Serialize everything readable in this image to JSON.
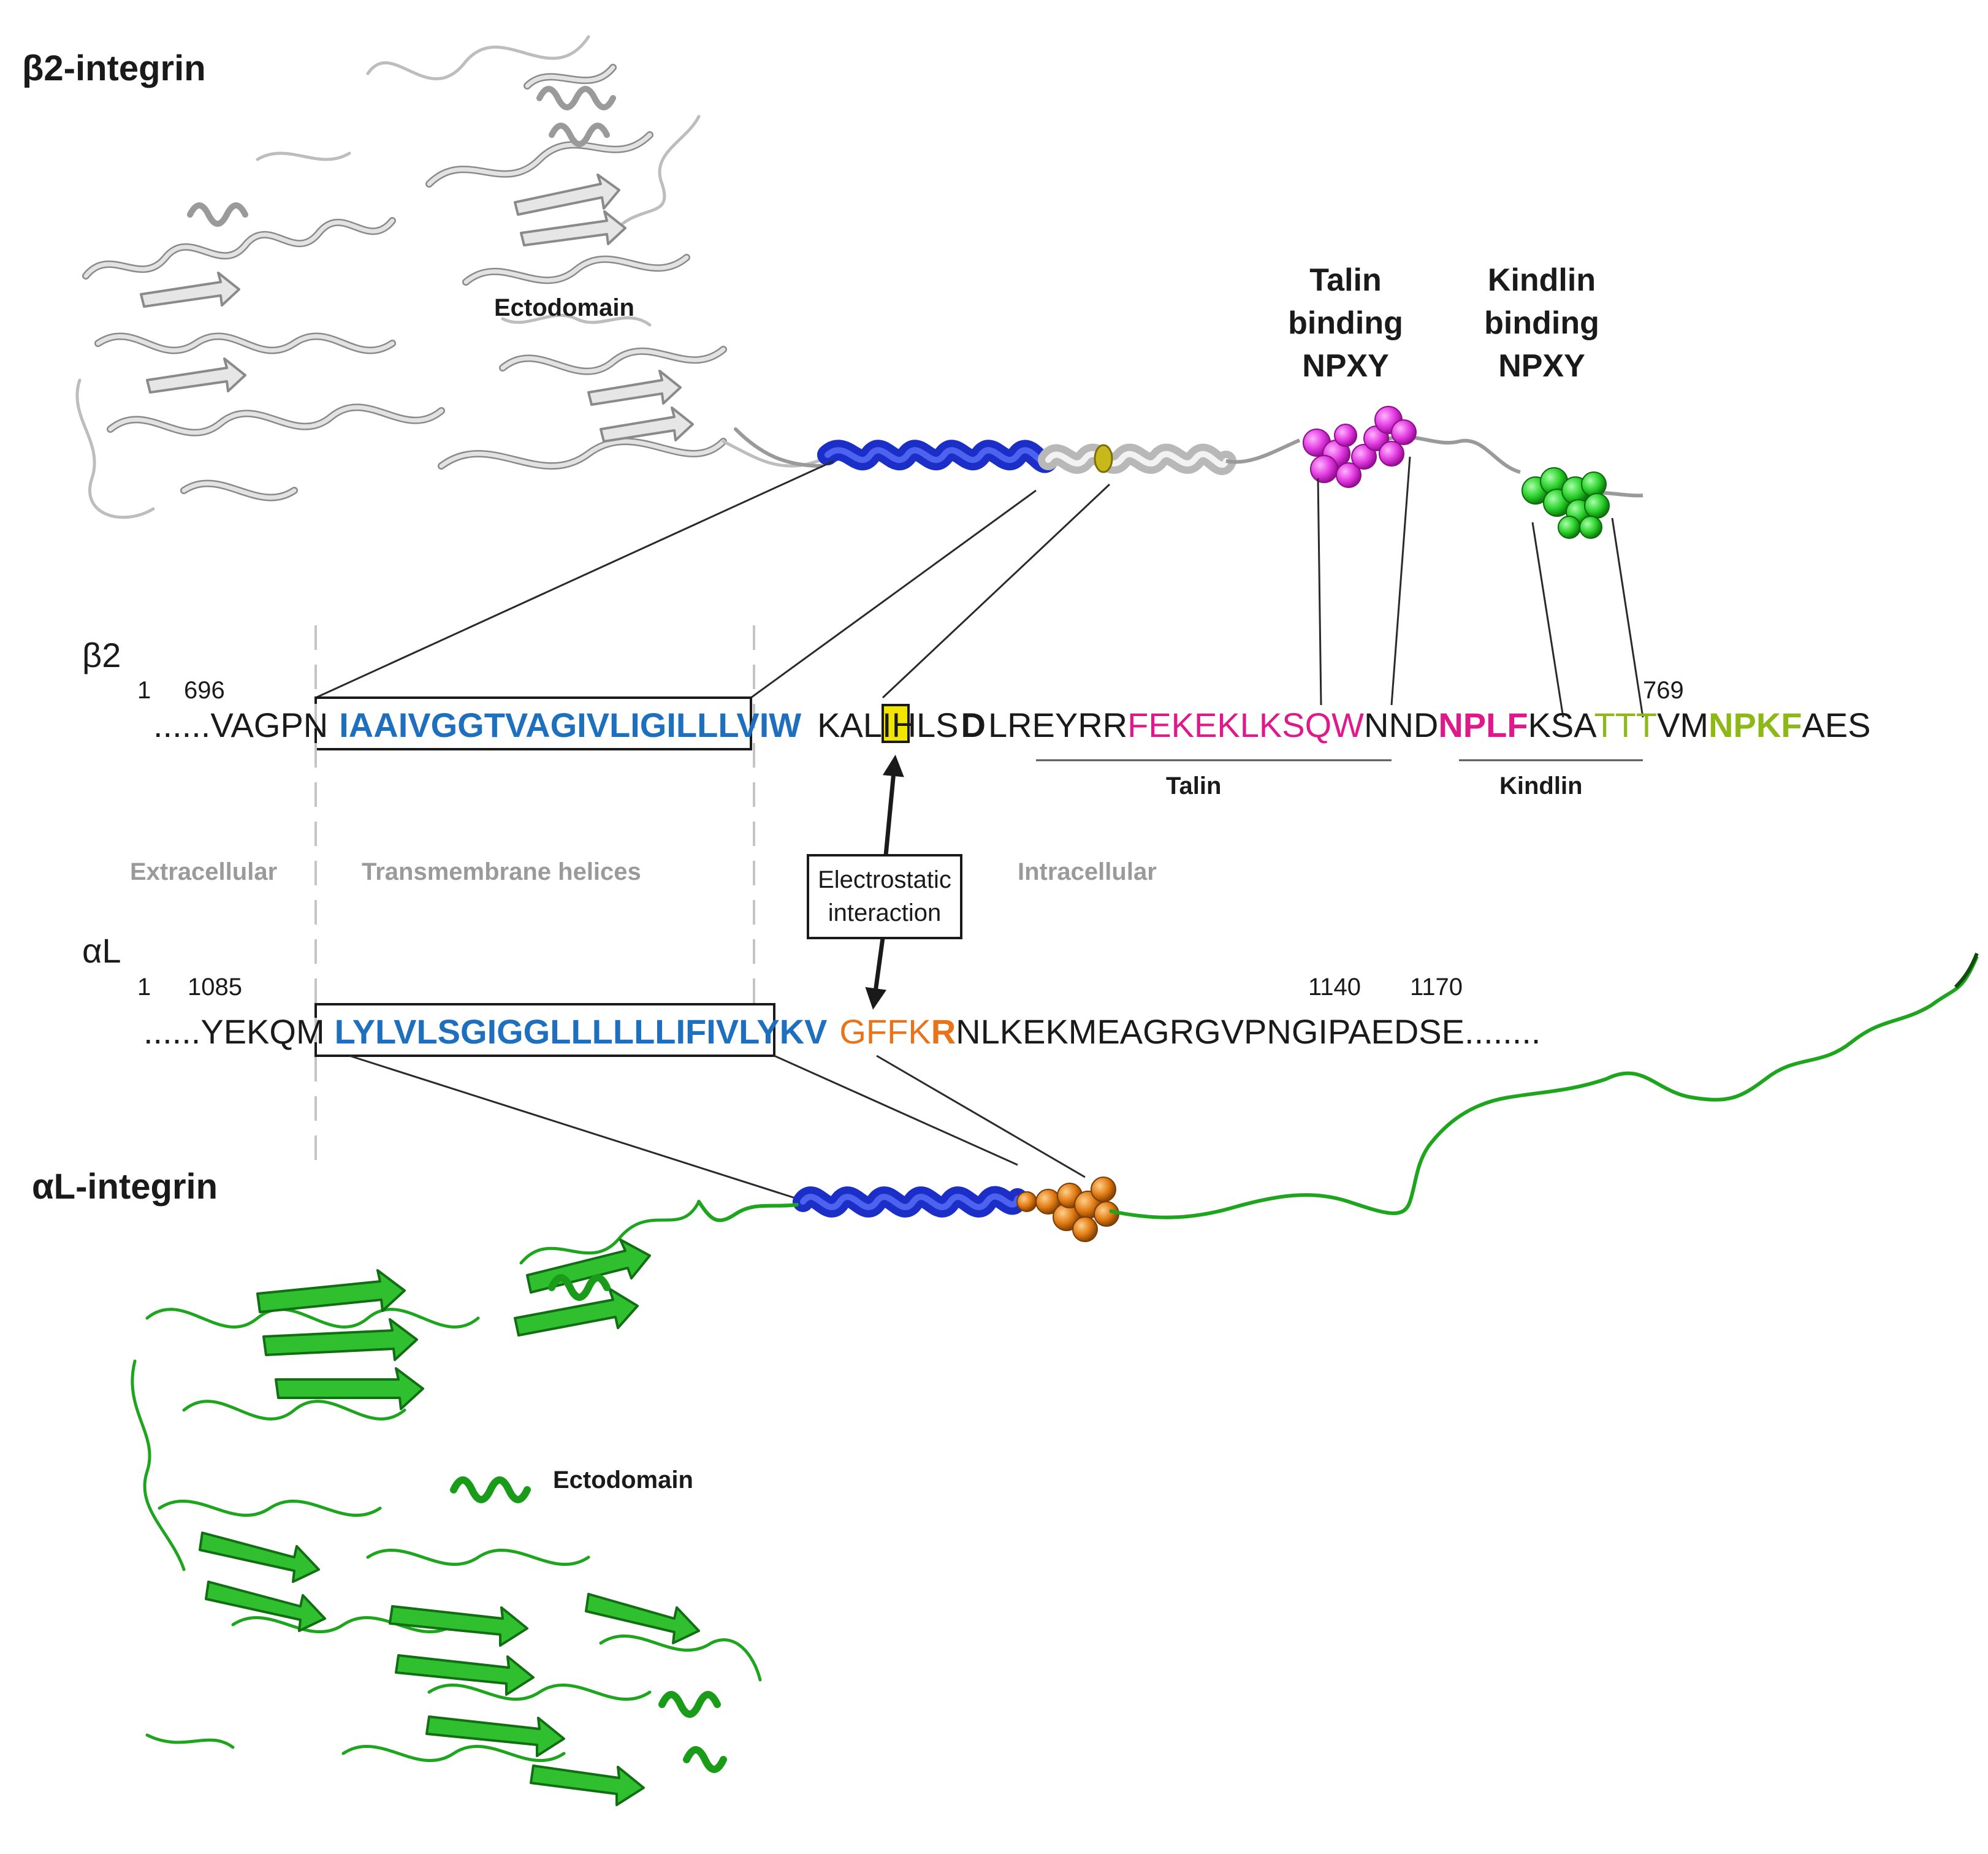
{
  "titles": {
    "beta2": "β2-integrin",
    "alphaL": "αL-integrin"
  },
  "structure_labels": {
    "beta2_ectodomain": "Ectodomain",
    "alphaL_ectodomain": "Ectodomain",
    "talin_binding": [
      "Talin",
      "binding",
      "NPXY"
    ],
    "kindlin_binding": [
      "Kindlin",
      "binding",
      "NPXY"
    ]
  },
  "beta2_sequence": {
    "chain_label": "β2",
    "numbers": {
      "start": "1",
      "tm_start": "696",
      "end": "769"
    },
    "segments": [
      {
        "text": "......VAGPN",
        "role": "plain"
      },
      {
        "text": "IAAIVGGTVAGIVLIGILLLVIW",
        "role": "tm"
      },
      {
        "text": "KALIHLS",
        "role": "plain"
      },
      {
        "text": "D",
        "role": "key-residue"
      },
      {
        "text": "LREYRR",
        "role": "plain"
      },
      {
        "text": "FEKEKLKSQW",
        "role": "talin"
      },
      {
        "text": "NND",
        "role": "plain"
      },
      {
        "text": "NPLF",
        "role": "talin-motif"
      },
      {
        "text": "KSA",
        "role": "plain"
      },
      {
        "text": "TTT",
        "role": "kindlin"
      },
      {
        "text": "VM",
        "role": "plain"
      },
      {
        "text": "NPKF",
        "role": "kindlin-motif"
      },
      {
        "text": "AES",
        "role": "plain"
      }
    ],
    "region_labels": {
      "talin": "Talin",
      "kindlin": "Kindlin"
    }
  },
  "alphaL_sequence": {
    "chain_label": "αL",
    "numbers": {
      "start": "1",
      "tm_start": "1085",
      "mid": "1140",
      "end": "1170"
    },
    "segments": [
      {
        "text": "......YEKQM",
        "role": "plain"
      },
      {
        "text": "LYLVLSGIGGLLLLLLIFIVLYKV",
        "role": "tm"
      },
      {
        "text": "GFFK",
        "role": "gffkr"
      },
      {
        "text": "R",
        "role": "key-residue-r"
      },
      {
        "text": "NLKEKMEAGRGVPNGIPAEDSE........",
        "role": "plain"
      }
    ]
  },
  "membrane_regions": {
    "extracellular": "Extracellular",
    "transmembrane": "Transmembrane helices",
    "intracellular": "Intracellular"
  },
  "interaction_box": [
    "Electrostatic",
    "interaction"
  ],
  "colors": {
    "tm_blue": "#1f6fbf",
    "talin_magenta": "#e0198a",
    "kindlin_olive": "#8db817",
    "gffkr_orange": "#e8731a",
    "key_yellow": "#f2e600",
    "beta2_ribbon": "#d9d9d9",
    "alphaL_ribbon": "#27b427",
    "helix_blue": "#1b2fc8",
    "talin_spheres": "#e23ae0",
    "kindlin_spheres": "#2ad12a",
    "orange_spheres": "#e07a12"
  }
}
